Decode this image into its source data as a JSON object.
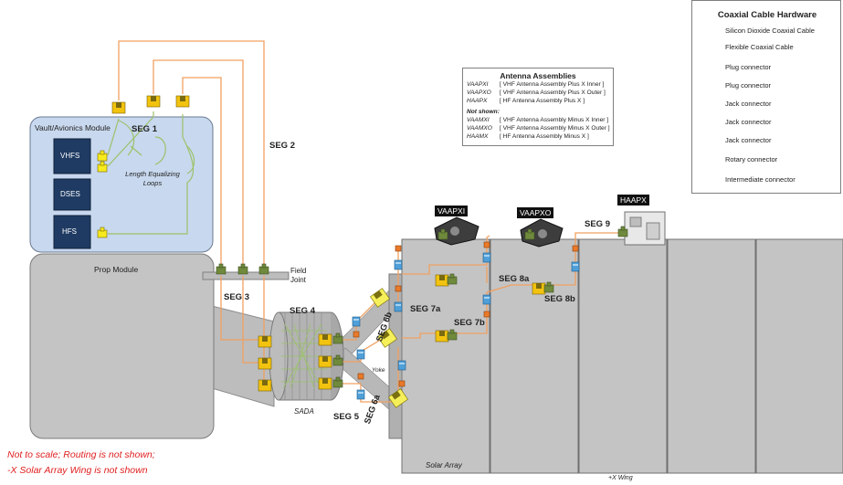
{
  "legend": {
    "title": "Coaxial Cable Hardware",
    "items": [
      {
        "label": "Silicon Dioxide Coaxial Cable",
        "icon": "orange-line-icon",
        "color": "#f0a060"
      },
      {
        "label": "Flexible Coaxial Cable",
        "icon": "green-line-icon",
        "color": "#9bc26a"
      },
      {
        "label": "Plug connector",
        "icon": "yellow-plug-connector-icon",
        "color": "#f7ea1e"
      },
      {
        "label": "Plug connector",
        "icon": "green-plug-connector-icon",
        "color": "#6f8a3c"
      },
      {
        "label": "Jack connector",
        "icon": "yellow-jack-connector-icon",
        "color": "#f2c30f"
      },
      {
        "label": "Jack connector",
        "icon": "pale-jack-connector-icon",
        "color": "#f5ef5a"
      },
      {
        "label": "Jack connector",
        "icon": "orange-jack-connector-icon",
        "color": "#f1b51c"
      },
      {
        "label": "Rotary connector",
        "icon": "rotary-connector-icon",
        "color": "#4f9fd8"
      },
      {
        "label": "Intermediate connector",
        "icon": "intermediate-connector-icon",
        "color": "#ea7a2a"
      }
    ]
  },
  "antenna_box": {
    "title": "Antenna Assemblies",
    "shown": [
      {
        "code": "VAAPXI",
        "desc": "[ VHF Antenna Assembly Plus X Inner ]"
      },
      {
        "code": "VAAPXO",
        "desc": "[ VHF Antenna Assembly Plus X Outer ]"
      },
      {
        "code": "HAAPX",
        "desc": "[ HF Antenna Assembly Plus X ]"
      }
    ],
    "not_shown_label": "Not shown:",
    "not_shown": [
      {
        "code": "VAAMXI",
        "desc": "[ VHF Antenna Assembly Minus X Inner ]"
      },
      {
        "code": "VAAMXO",
        "desc": "[ VHF Antenna Assembly Minus X Outer ]"
      },
      {
        "code": "HAAMX",
        "desc": "[ HF Antenna Assembly Minus X ]"
      }
    ]
  },
  "modules": {
    "vault": "Vault/Avionics Module",
    "vhfs": "VHFS",
    "dses": "DSES",
    "hfs": "HFS",
    "prop": "Prop Module",
    "loops": "Length Equalizing Loops",
    "field_joint": "Field Joint",
    "sada": "SADA",
    "yoke": "Yoke",
    "solar_array": "Solar Array",
    "wing": "+X Wing"
  },
  "segments": {
    "seg1": "SEG 1",
    "seg2": "SEG 2",
    "seg3": "SEG 3",
    "seg4": "SEG 4",
    "seg5": "SEG 5",
    "seg6a": "SEG 6a",
    "seg6b": "SEG 6b",
    "seg7a": "SEG 7a",
    "seg7b": "SEG 7b",
    "seg8a": "SEG 8a",
    "seg8b": "SEG 8b",
    "seg9": "SEG 9"
  },
  "antennas": {
    "vaapxi": "VAAPXI",
    "vaapxo": "VAAPXO",
    "haapx": "HAAPX"
  },
  "notes": {
    "line1": "Not to scale; Routing is not shown;",
    "line2": "-X Solar Array Wing is not shown"
  },
  "colors": {
    "orange_cable": "#f0a060",
    "green_cable": "#9bc26a",
    "vault_fill": "#c8d8ee",
    "panel_fill": "#c4c4c4"
  }
}
